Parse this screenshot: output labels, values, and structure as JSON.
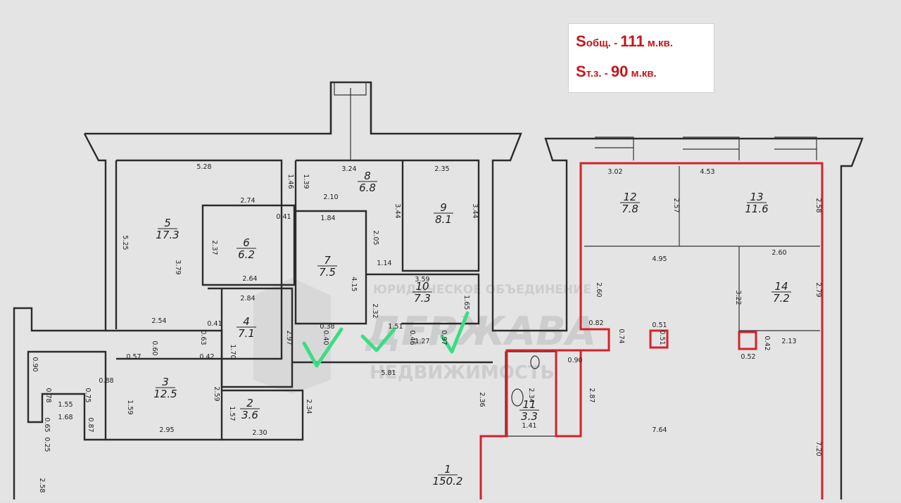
{
  "info": {
    "total_prefix": "S",
    "total_sub": "общ. - ",
    "total_value": "111",
    "total_unit": " м.кв.",
    "trade_prefix": "S",
    "trade_sub": "т.з. - ",
    "trade_value": "90",
    "trade_unit": " м.кв."
  },
  "watermark": {
    "line1": "ЮРИДИЧЕСКОЕ ОБЪЕДИНЕНИЕ",
    "line2": "ДЕРЖАВА",
    "line3": "НЕДВИЖИМОСТЬ"
  },
  "rooms": [
    {
      "num": "1",
      "area": "150.2"
    },
    {
      "num": "2",
      "area": "3.6"
    },
    {
      "num": "3",
      "area": "12.5"
    },
    {
      "num": "4",
      "area": "7.1"
    },
    {
      "num": "5",
      "area": "17.3"
    },
    {
      "num": "6",
      "area": "6.2"
    },
    {
      "num": "7",
      "area": "7.5"
    },
    {
      "num": "8",
      "area": "6.8"
    },
    {
      "num": "9",
      "area": "8.1"
    },
    {
      "num": "10",
      "area": "7.3"
    },
    {
      "num": "11",
      "area": "3.3"
    },
    {
      "num": "12",
      "area": "7.8"
    },
    {
      "num": "13",
      "area": "11.6"
    },
    {
      "num": "14",
      "area": "7.2"
    }
  ],
  "dimensions": [
    "5.28",
    "3.24",
    "2.35",
    "3.02",
    "4.53",
    "1.46",
    "1.39",
    "2.10",
    "2.74",
    "0.41",
    "1.84",
    "5.25",
    "3.79",
    "2.37",
    "2.05",
    "3.44",
    "3.44",
    "2.57",
    "2.58",
    "4.95",
    "2.60",
    "2.64",
    "1.14",
    "3.59",
    "1.65",
    "2.32",
    "2.60",
    "3.22",
    "2.79",
    "2.54",
    "2.84",
    "0.41",
    "0.38",
    "0.40",
    "1.51",
    "0.46",
    "1.27",
    "0.97",
    "0.82",
    "0.51",
    "0.51",
    "0.74",
    "0.42",
    "2.13",
    "0.52",
    "0.60",
    "0.63",
    "0.42",
    "0.57",
    "1.70",
    "2.97",
    "0.90",
    "0.88",
    "0.78",
    "0.75",
    "1.55",
    "1.68",
    "0.87",
    "0.65",
    "0.25",
    "2.58",
    "1.59",
    "2.59",
    "2.95",
    "1.57",
    "2.30",
    "2.34",
    "5.81",
    "2.36",
    "2.34",
    "1.41",
    "2.87",
    "0.90",
    "7.64",
    "7.20",
    "4.15"
  ]
}
